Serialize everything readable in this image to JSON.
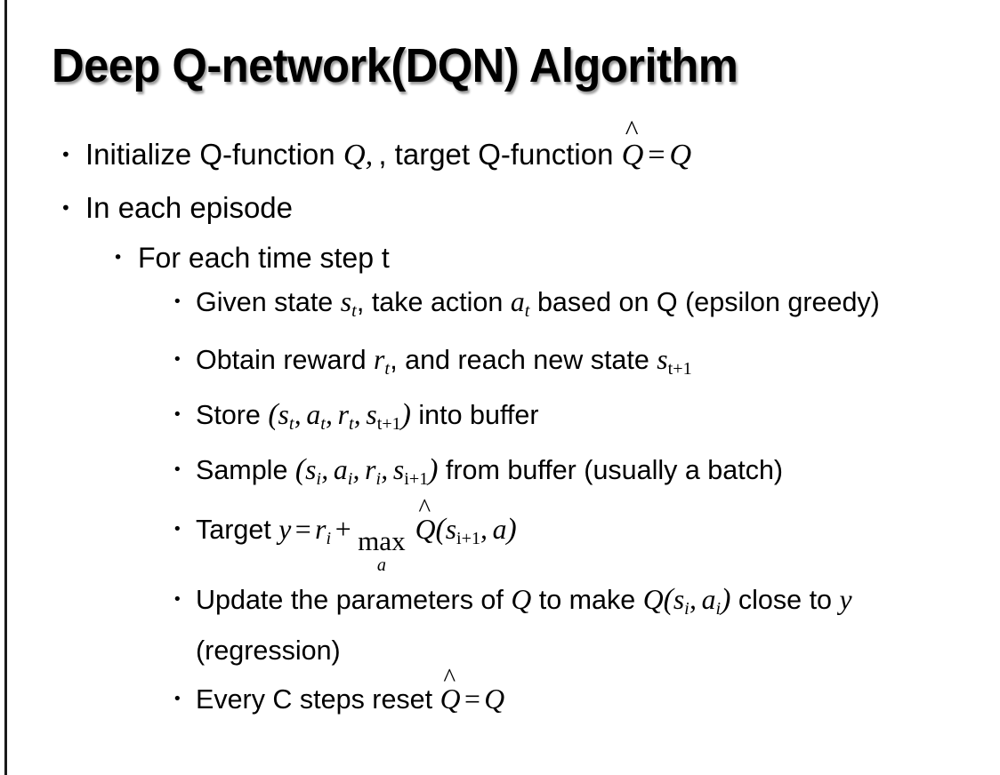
{
  "slide": {
    "title": "Deep Q-network(DQN) Algorithm",
    "background_color": "#ffffff",
    "text_color": "#000000",
    "edge_rule_color": "#1a1a1a"
  },
  "bullets": {
    "mark": "•",
    "level1": [
      {
        "id": "initialize",
        "plain": "Initialize Q-function Q, target Q-function Q̂ = Q"
      },
      {
        "id": "in-each-episode",
        "plain": "In each episode"
      }
    ],
    "level2": [
      {
        "id": "for-each-time-step",
        "plain": "For each time step t"
      }
    ],
    "level3": [
      {
        "id": "given-state",
        "plain": "Given state s_t, take action a_t based on Q (epsilon greedy)"
      },
      {
        "id": "obtain-reward",
        "plain": "Obtain reward r_t, and reach new state s_{t+1}"
      },
      {
        "id": "store-buffer",
        "plain": "Store (s_t, a_t, r_t, s_{t+1}) into buffer"
      },
      {
        "id": "sample-buffer",
        "plain": "Sample (s_i, a_i, r_i, s_{i+1}) from buffer (usually a batch)"
      },
      {
        "id": "target",
        "plain": "Target y = r_i + max_a Q̂(s_{i+1}, a)"
      },
      {
        "id": "update-parameters",
        "plain": "Update the parameters of Q to make Q(s_i, a_i) close to y (regression)"
      },
      {
        "id": "reset-target",
        "plain": "Every C steps reset Q̂ = Q"
      }
    ]
  },
  "text": {
    "initialize_a": "Initialize Q-function ",
    "initialize_b": ", target Q-function ",
    "in_each_episode": "In each episode",
    "for_each_time_step": "For each time step t",
    "given_a": "Given state ",
    "given_b": ", take action ",
    "given_c": " based on Q (epsilon greedy)",
    "obtain_a": "Obtain reward ",
    "obtain_b": ", and reach new state ",
    "store_a": "Store ",
    "store_b": " into buffer",
    "sample_a": "Sample ",
    "sample_b": " from buffer (usually a batch)",
    "target_a": "Target ",
    "update_a": "Update the parameters of ",
    "update_b": " to make ",
    "update_c": " close to ",
    "update_d": " (regression)",
    "every_a": "Every C steps reset "
  },
  "math": {
    "Q": "Q",
    "Qhat_base": "Q",
    "hat": "̂",
    "hat_glyph": "^",
    "eq": "=",
    "plus": "+",
    "comma": ",",
    "lparen": "(",
    "rparen": ")",
    "s": "s",
    "a": "a",
    "r": "r",
    "y": "y",
    "sub_t": "t",
    "sub_i": "i",
    "sub_t_plus_1": "t+1",
    "sub_i_plus_1": "i+1",
    "max": "max",
    "max_limit": "a"
  }
}
